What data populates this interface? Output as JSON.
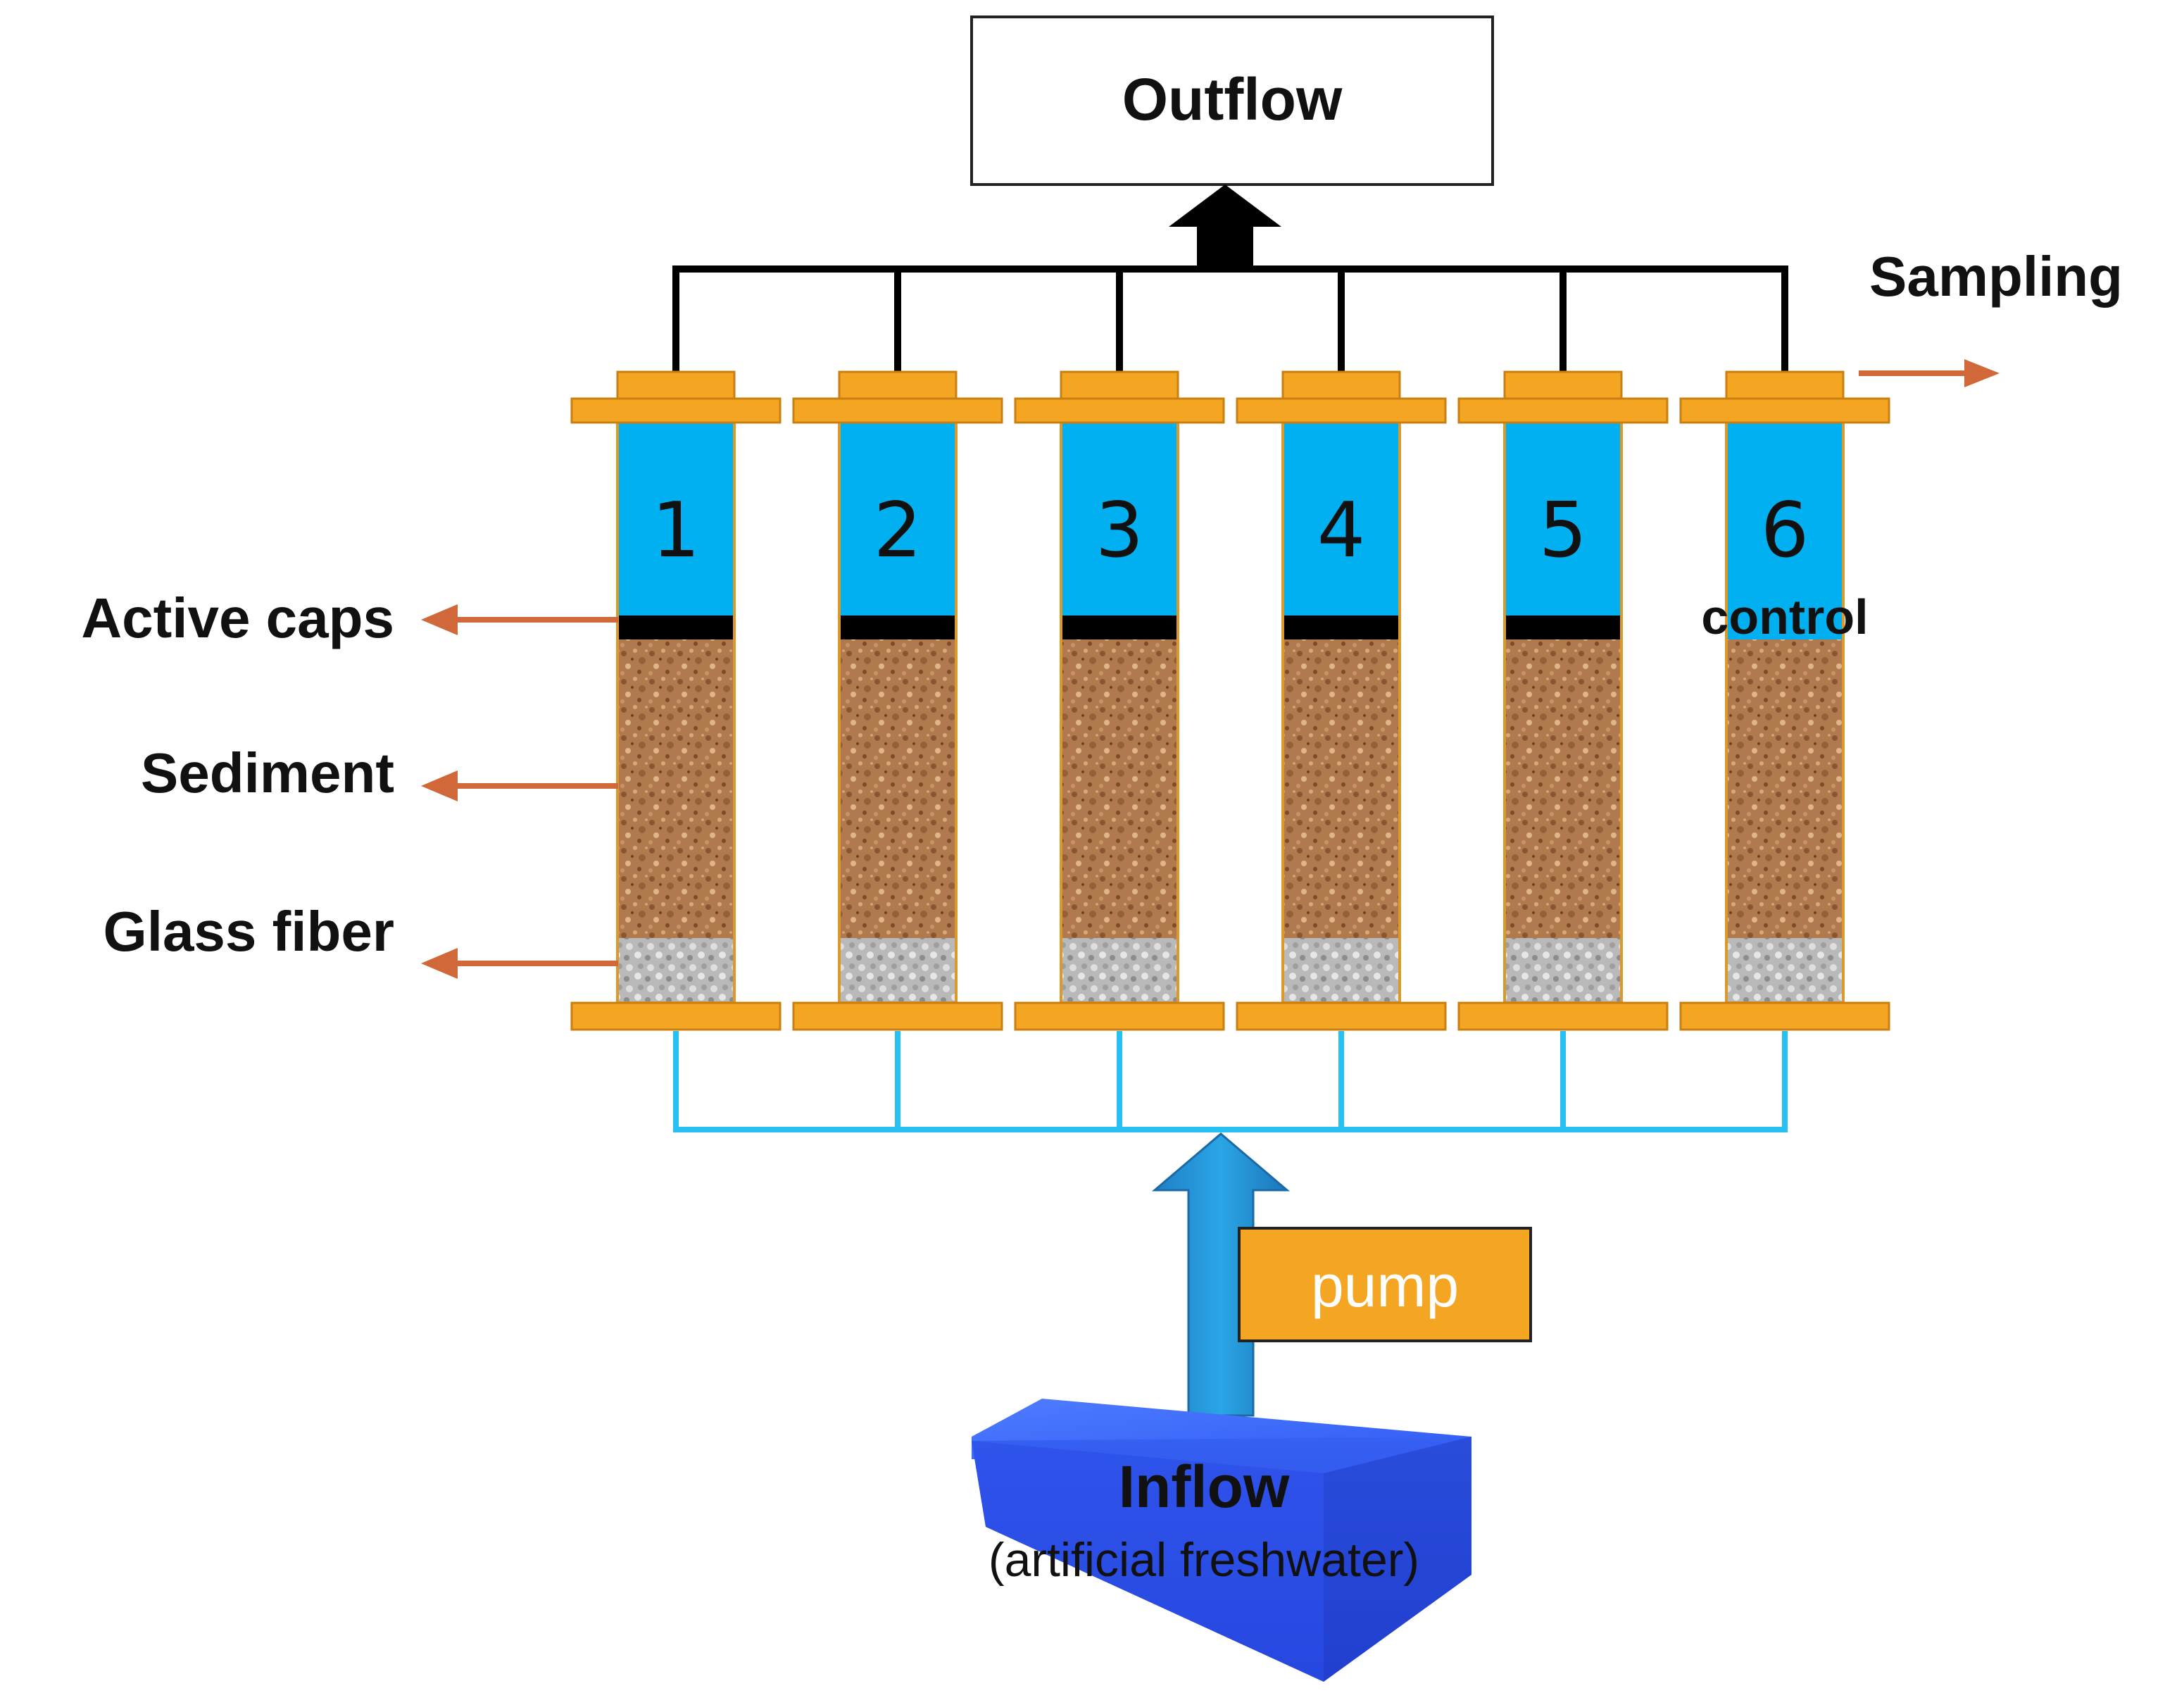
{
  "outflow_label": "Outflow",
  "sampling_label": "Sampling",
  "layer_labels": {
    "active_caps": "Active caps",
    "sediment": "Sediment",
    "glass_fiber": "Glass fiber"
  },
  "columns": [
    {
      "number": "1",
      "has_cap": true,
      "note": ""
    },
    {
      "number": "2",
      "has_cap": true,
      "note": ""
    },
    {
      "number": "3",
      "has_cap": true,
      "note": ""
    },
    {
      "number": "4",
      "has_cap": true,
      "note": ""
    },
    {
      "number": "5",
      "has_cap": true,
      "note": ""
    },
    {
      "number": "6",
      "has_cap": false,
      "note": "control"
    }
  ],
  "pump_label": "pump",
  "inflow_label": "Inflow",
  "inflow_sublabel": "(artificial freshwater)",
  "colors": {
    "water": "#00b0f0",
    "flange": "#f4a522",
    "cap": "#000000",
    "sediment": "#b07a4e",
    "glass_fiber": "#b9b9b9",
    "arrow": "#d0683a",
    "inflow_pipe": "#26c0f2",
    "inflow_box": "#2d54f0"
  }
}
